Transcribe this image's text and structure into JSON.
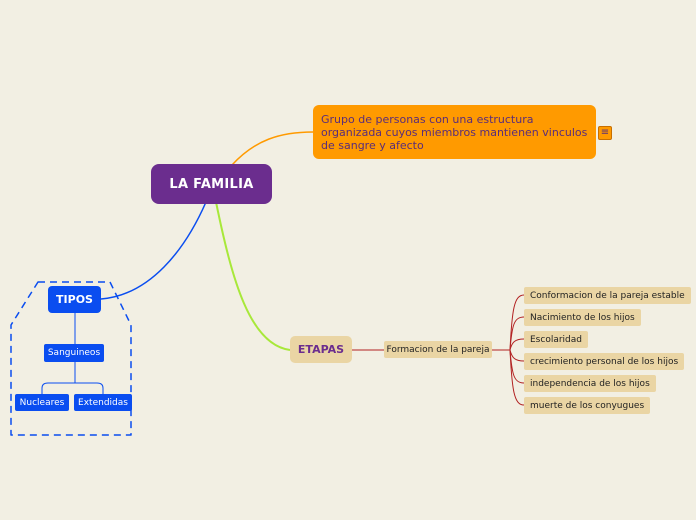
{
  "root": {
    "label": "LA FAMILIA"
  },
  "definicion": {
    "lines": [
      "Grupo de personas con una estructura",
      "organizada cuyos miembros mantienen vinculos",
      "de sangre y afecto"
    ],
    "note_icon": "note-icon"
  },
  "tipos": {
    "label": "TIPOS",
    "child": "Sanguineos",
    "grandchildren": [
      "Nucleares",
      "Extendidas"
    ]
  },
  "etapas": {
    "label": "ETAPAS",
    "child": "Formacion de la pareja",
    "items": [
      "Conformacion de la pareja estable",
      "Nacimiento de los hijos",
      "Escolaridad",
      "crecimiento personal de los hijos",
      "independencia de los hijos",
      "muerte de los conyugues"
    ]
  },
  "colors": {
    "background": "#f2efe3",
    "root": "#6b2d8e",
    "definition": "#ff9a00",
    "tipos": "#0a4df0",
    "etapas": "#ead5a4",
    "etapas_branch": "#a8e83a",
    "leaf_branch": "#b22222"
  }
}
